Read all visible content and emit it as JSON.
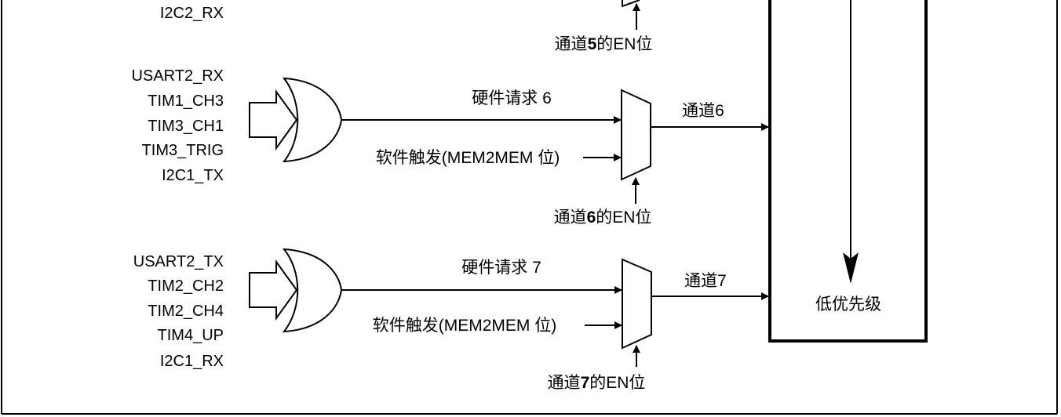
{
  "frame_top_signal": "I2C2_RX",
  "ch5_en_label": {
    "pre": "通道",
    "num": "5",
    "post": "的EN位"
  },
  "priority_label": "低优先级",
  "channels": [
    {
      "signals": [
        "USART2_RX",
        "TIM1_CH3",
        "TIM3_CH1",
        "TIM3_TRIG",
        "I2C1_TX"
      ],
      "hw_request": "硬件请求 6",
      "software_trigger": "软件触发(MEM2MEM 位)",
      "channel_label": "通道6",
      "en_label": {
        "pre": "通道",
        "num": "6",
        "post": "的EN位"
      }
    },
    {
      "signals": [
        "USART2_TX",
        "TIM2_CH2",
        "TIM2_CH4",
        "TIM4_UP",
        "I2C1_RX"
      ],
      "hw_request": "硬件请求 7",
      "software_trigger": "软件触发(MEM2MEM 位)",
      "channel_label": "通道7",
      "en_label": {
        "pre": "通道",
        "num": "7",
        "post": "的EN位"
      }
    }
  ]
}
